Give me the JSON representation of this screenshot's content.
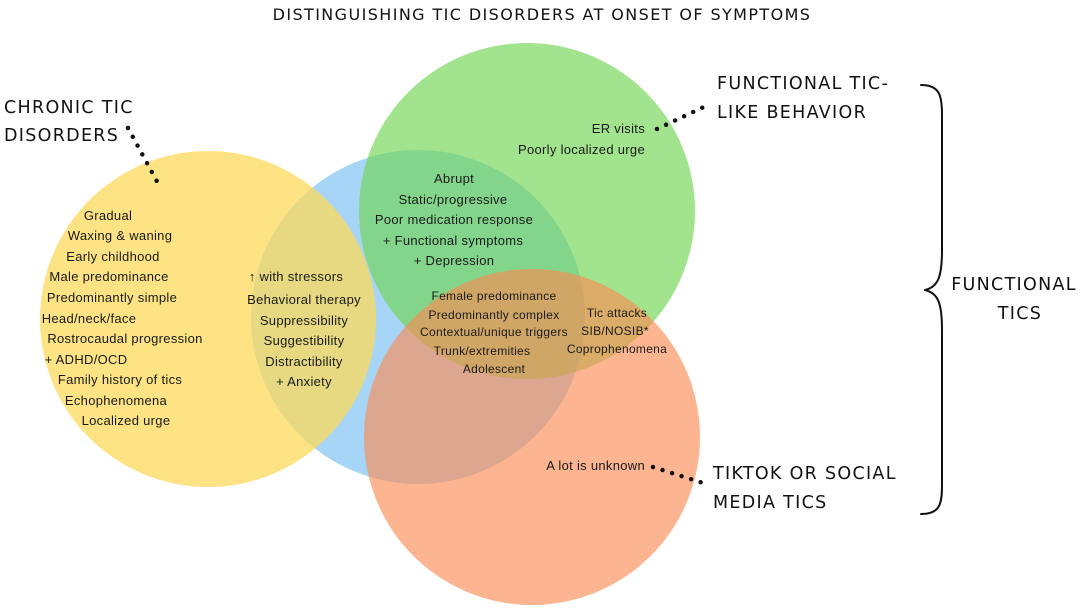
{
  "title": "DISTINGUISHING TIC DISORDERS AT ONSET OF SYMPTOMS",
  "colors": {
    "chronic": "#fcd95a",
    "shared": "#5fb3f2",
    "functional_like": "#6fd650",
    "social_media": "#fb8d55"
  },
  "labels": {
    "chronic": [
      "CHRONIC TIC",
      "DISORDERS"
    ],
    "functional_like": [
      "FUNCTIONAL TIC-",
      "LIKE BEHAVIOR"
    ],
    "social_media": [
      "TIKTOK OR SOCIAL",
      "MEDIA TICS"
    ],
    "functional": [
      "FUNCTIONAL",
      "TICS"
    ]
  },
  "regions": {
    "chronic_only": [
      "Gradual",
      "Waxing & waning",
      "Early childhood",
      "Male predominance",
      "Predominantly simple",
      "Head/neck/face",
      "Rostrocaudal progression",
      "+ ADHD/OCD",
      "Family history of tics",
      "Echophenomena",
      "Localized urge"
    ],
    "chronic_and_functional": [
      "↑ with stressors",
      "Behavioral therapy",
      "Suppressibility",
      "Suggestibility",
      "Distractibility",
      "+ Anxiety"
    ],
    "functional_like_only": [
      "ER visits",
      "Poorly localized urge"
    ],
    "functional_like_shared": [
      "Abrupt",
      "Static/progressive",
      "Poor medication response",
      "+ Functional symptoms",
      "+ Depression"
    ],
    "all_functional": [
      "Female predominance",
      "Predominantly complex",
      "Contextual/unique triggers",
      "Trunk/extremities",
      "Adolescent"
    ],
    "functional_like_and_social": [
      "Tic attacks",
      "SIB/NOSIB*",
      "Coprophenomena"
    ],
    "social_only": [
      "A lot is unknown"
    ]
  }
}
